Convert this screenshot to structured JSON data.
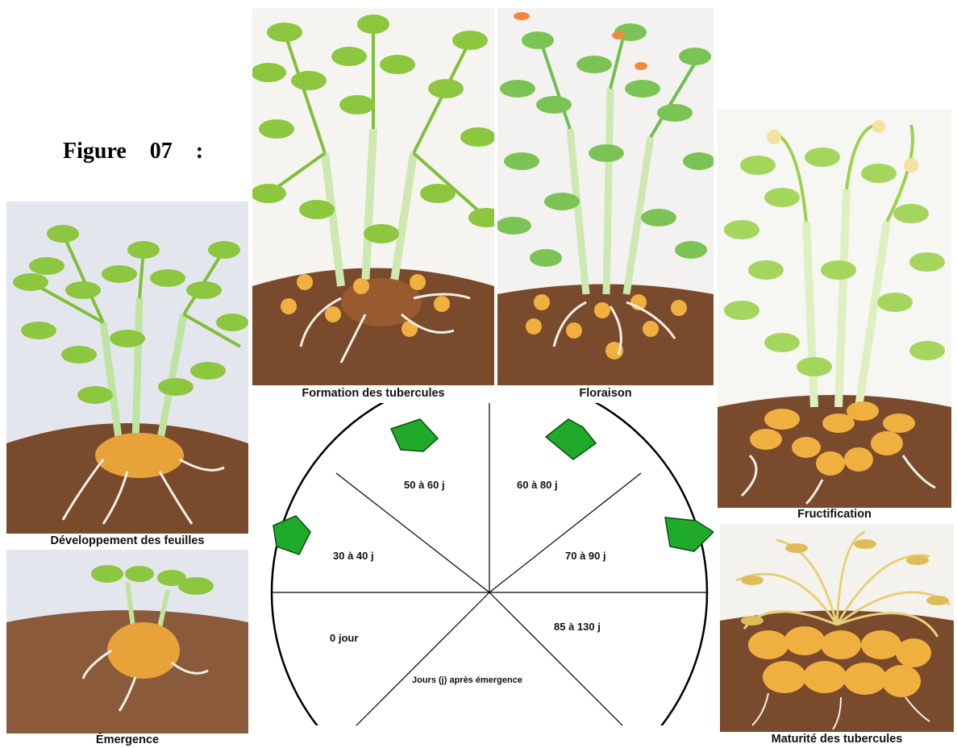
{
  "figure_label": "Figure   07   :",
  "stages": {
    "emergence": "Émergence",
    "feuilles": "Développement des feuilles",
    "tubercules": "Formation des tubercules",
    "floraison": "Floraison",
    "fructification": "Fructification",
    "maturite": "Maturité des tubercules"
  },
  "cycle": {
    "axis_label": "Jours (j) après émergence",
    "segments": [
      "0 jour",
      "30 à 40 j",
      "50 à 60 j",
      "60 à 80 j",
      "70 à 90 j",
      "85 à 130 j"
    ]
  },
  "colors": {
    "soil": "#7a4a2c",
    "leaf": "#8dc63f",
    "tuber": "#e8a23a",
    "arrow": "#1faa2a"
  }
}
